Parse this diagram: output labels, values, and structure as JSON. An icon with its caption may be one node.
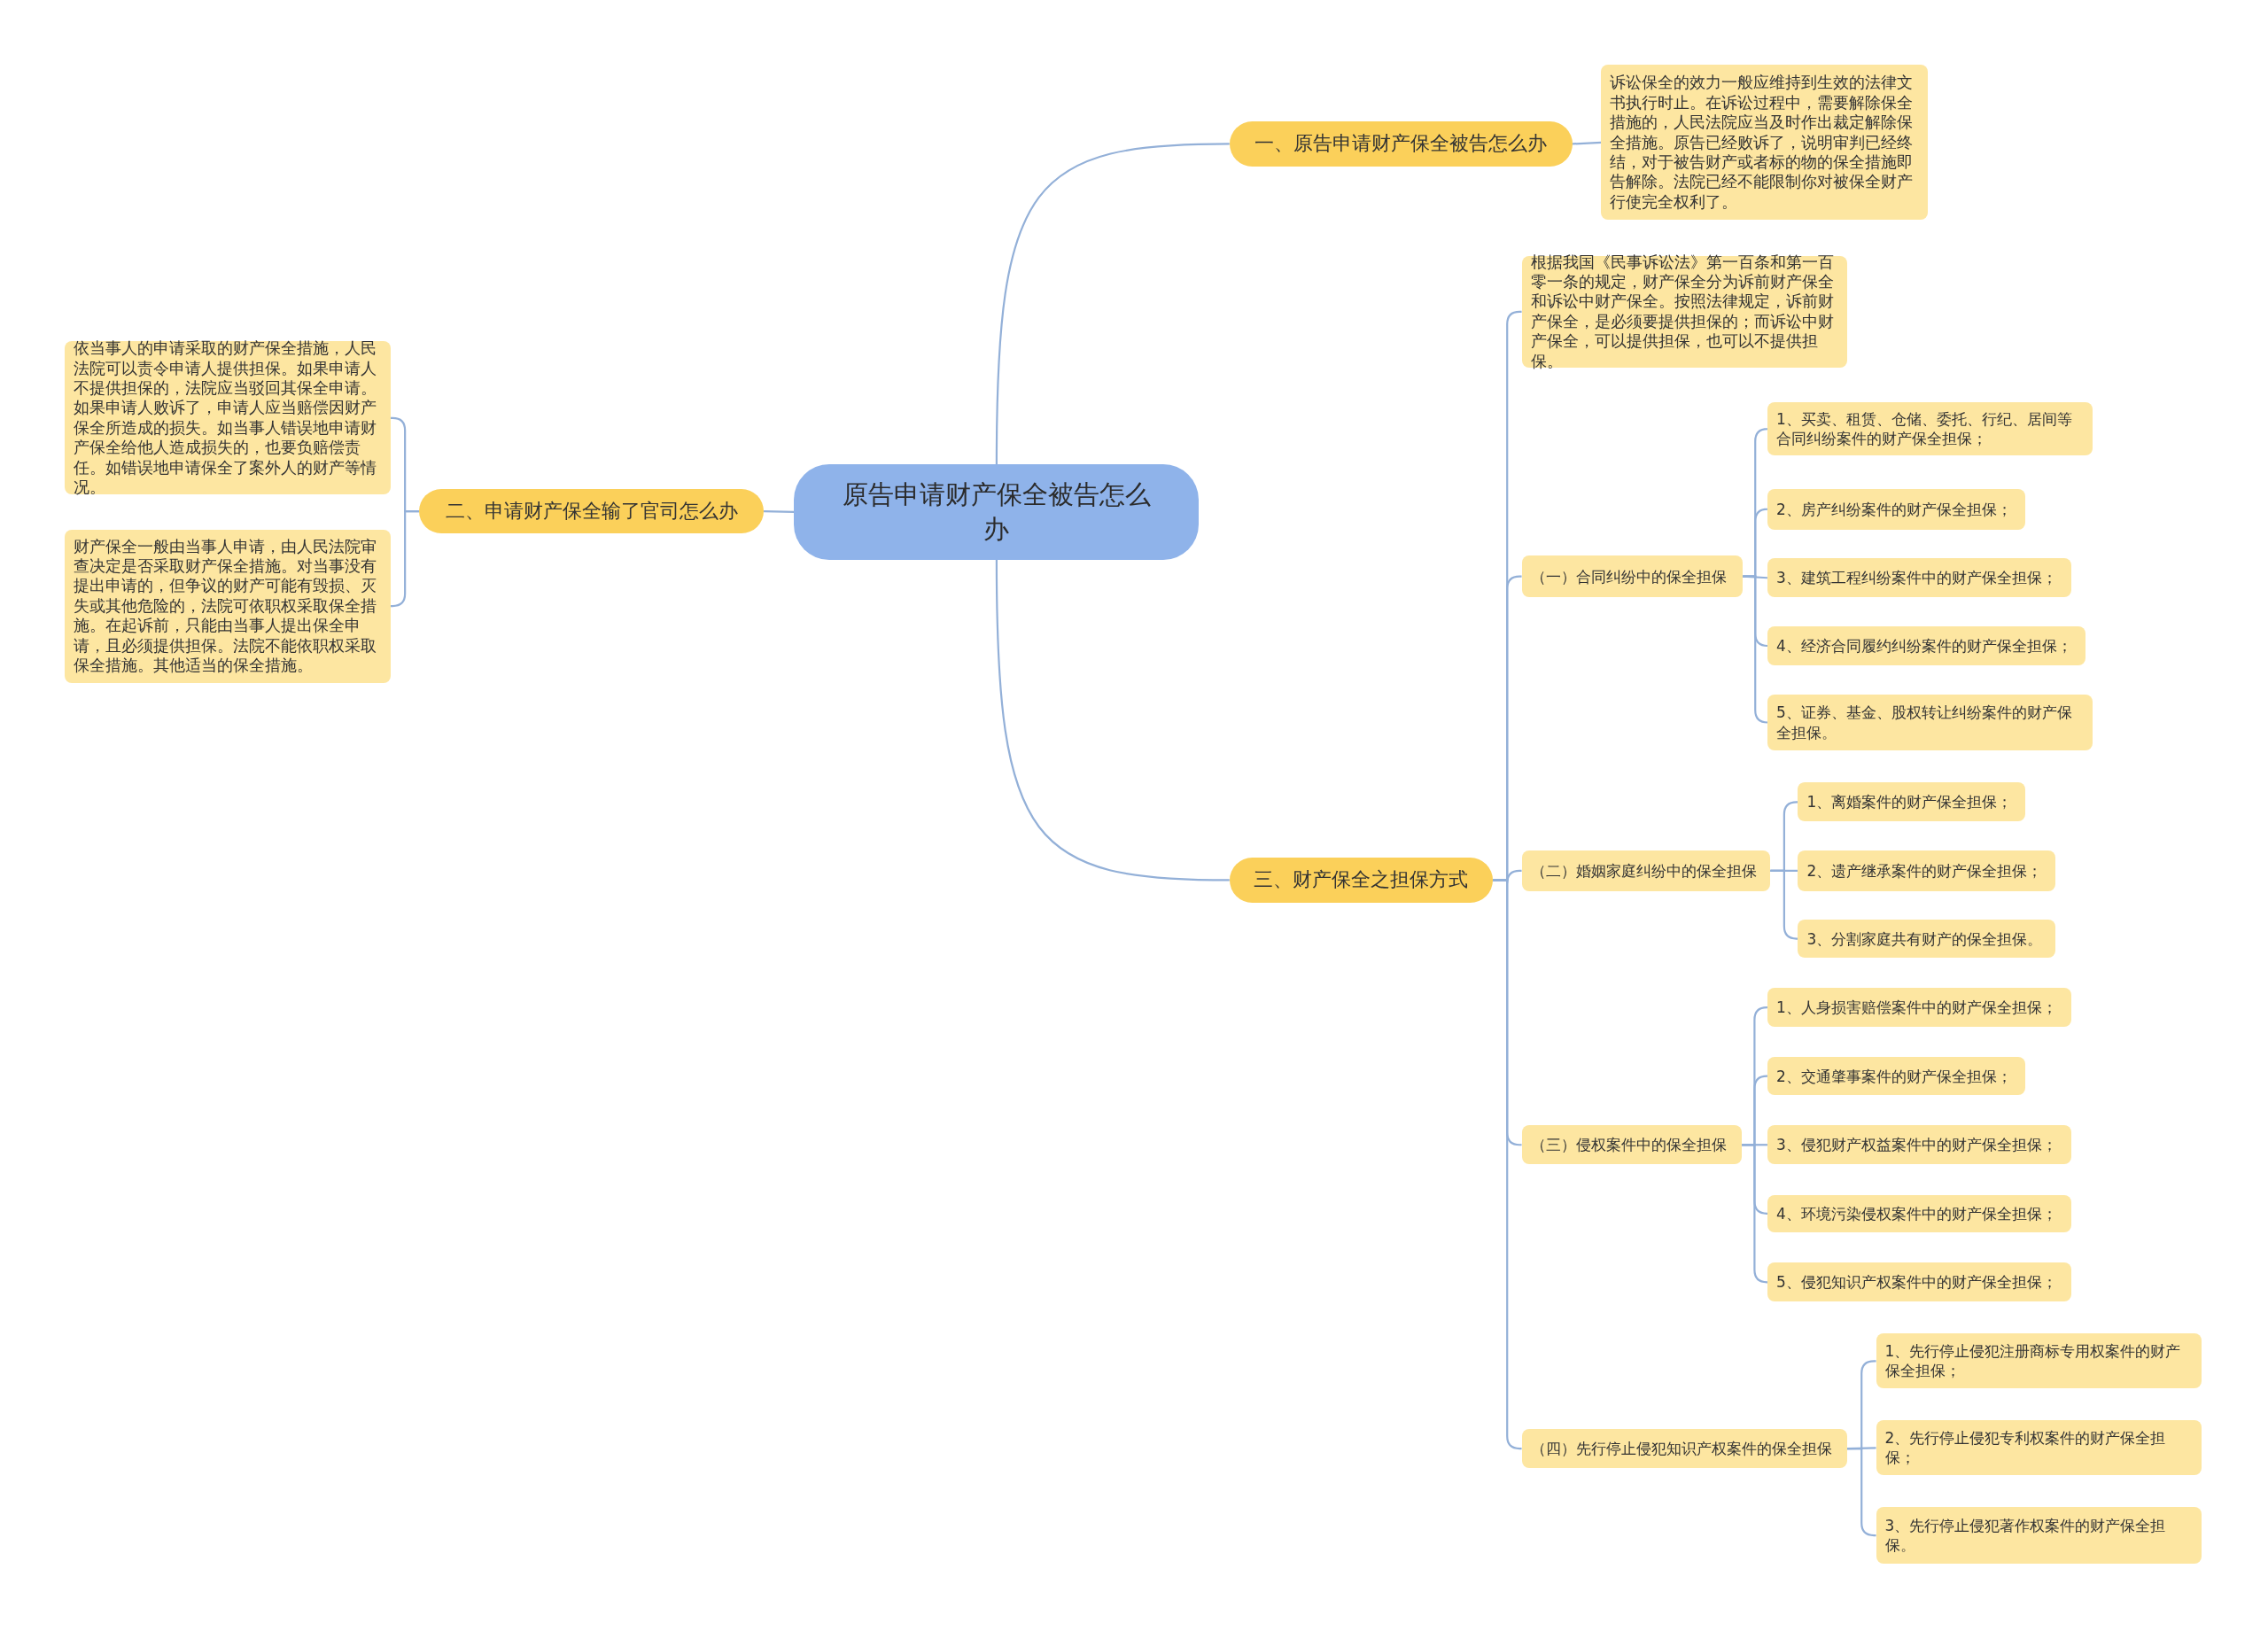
{
  "diagram": {
    "nodes": [
      {
        "text": [
          "原告申请财产保全被告怎么办"
        ]
      },
      {
        "text": [
          "一、原告申请财产保全被告怎么办"
        ]
      },
      {
        "text": [
          "诉讼保全的效力一般应维持到生效的法律文书执行时止。在诉讼过程中，需要解除保全措施的，人民法院应当及时作出裁定解除保全措施。原告已经败诉了，说明审判已经终结，对于被告财产或者标的物的保全措施即告解除。法院已经不能限制你对被保全财产行使完全权利了。"
        ]
      },
      {
        "text": [
          "二、申请财产保全输了官司怎么办"
        ]
      },
      {
        "text": [
          "依当事人的申请采取的财产保全措施，人民法院可以责令申请人提供担保。如果申请人不提供担保的，法院应当驳回其保全申请。如果申请人败诉了，申请人应当赔偿因财产保全所造成的损失。如当事人错误地申请财产保全给他人造成损失的，也要负赔偿责任。如错误地申请保全了案外人的财产等情况。"
        ]
      },
      {
        "text": [
          "财产保全一般由当事人申请，由人民法院审查决定是否采取财产保全措施。对当事没有提出申请的，但争议的财产可能有毁损、灭失或其他危险的，法院可依职权采取保全措施。在起诉前，只能由当事人提出保全申请，且必须提供担保。法院不能依职权采取保全措施。其他适当的保全措施。"
        ]
      },
      {
        "text": [
          "三、财产保全之担保方式"
        ]
      },
      {
        "text": [
          "根据我国《民事诉讼法》第一百条和第一百零一条的规定，财产保全分为诉前财产保全和诉讼中财产保全。按照法律规定，诉前财产保全，是必须要提供担保的；而诉讼中财产保全，可以提供担保，也可以不提供担保。"
        ]
      },
      {
        "text": [
          "（一）合同纠纷中的保全担保"
        ]
      },
      {
        "text": [
          "1、买卖、租赁、仓储、委托、行纪、居间等合同纠纷案件的财产保全担保；"
        ]
      },
      {
        "text": [
          "2、房产纠纷案件的财产保全担保；"
        ]
      },
      {
        "text": [
          "3、建筑工程纠纷案件中的财产保全担保；"
        ]
      },
      {
        "text": [
          "4、经济合同履约纠纷案件的财产保全担保；"
        ]
      },
      {
        "text": [
          "5、证券、基金、股权转让纠纷案件的财产保全担保。"
        ]
      },
      {
        "text": [
          "（二）婚姻家庭纠纷中的保全担保"
        ]
      },
      {
        "text": [
          "1、离婚案件的财产保全担保；"
        ]
      },
      {
        "text": [
          "2、遗产继承案件的财产保全担保；"
        ]
      },
      {
        "text": [
          "3、分割家庭共有财产的保全担保。"
        ]
      },
      {
        "text": [
          "（三）侵权案件中的保全担保"
        ]
      },
      {
        "text": [
          "1、人身损害赔偿案件中的财产保全担保；"
        ]
      },
      {
        "text": [
          "2、交通肇事案件的财产保全担保；"
        ]
      },
      {
        "text": [
          "3、侵犯财产权益案件中的财产保全担保；"
        ]
      },
      {
        "text": [
          "4、环境污染侵权案件中的财产保全担保；"
        ]
      },
      {
        "text": [
          "5、侵犯知识产权案件中的财产保全担保；"
        ]
      },
      {
        "text": [
          "（四）先行停止侵犯知识产权案件的保全担保"
        ]
      },
      {
        "text": [
          "1、先行停止侵犯注册商标专用权案件的财产保全担保；"
        ]
      },
      {
        "text": [
          "2、先行停止侵犯专利权案件的财产保全担保；"
        ]
      },
      {
        "text": [
          "3、先行停止侵犯著作权案件的财产保全担保。"
        ]
      }
    ],
    "edges": [
      {
        "from": 0,
        "to": 1,
        "arrow": "none"
      },
      {
        "from": 0,
        "to": 3,
        "arrow": "none"
      },
      {
        "from": 0,
        "to": 6,
        "arrow": "none"
      },
      {
        "from": 1,
        "to": 2,
        "arrow": "none"
      },
      {
        "from": 3,
        "to": 4,
        "arrow": "none"
      },
      {
        "from": 3,
        "to": 5,
        "arrow": "none"
      },
      {
        "from": 6,
        "to": 7,
        "arrow": "none"
      },
      {
        "from": 6,
        "to": 8,
        "arrow": "none"
      },
      {
        "from": 6,
        "to": 14,
        "arrow": "none"
      },
      {
        "from": 6,
        "to": 18,
        "arrow": "none"
      },
      {
        "from": 6,
        "to": 24,
        "arrow": "none"
      },
      {
        "from": 8,
        "to": 9,
        "arrow": "none"
      },
      {
        "from": 8,
        "to": 10,
        "arrow": "none"
      },
      {
        "from": 8,
        "to": 11,
        "arrow": "none"
      },
      {
        "from": 8,
        "to": 12,
        "arrow": "none"
      },
      {
        "from": 8,
        "to": 13,
        "arrow": "none"
      },
      {
        "from": 14,
        "to": 15,
        "arrow": "none"
      },
      {
        "from": 14,
        "to": 16,
        "arrow": "none"
      },
      {
        "from": 14,
        "to": 17,
        "arrow": "none"
      },
      {
        "from": 18,
        "to": 19,
        "arrow": "none"
      },
      {
        "from": 18,
        "to": 20,
        "arrow": "none"
      },
      {
        "from": 18,
        "to": 21,
        "arrow": "none"
      },
      {
        "from": 18,
        "to": 22,
        "arrow": "none"
      },
      {
        "from": 18,
        "to": 23,
        "arrow": "none"
      },
      {
        "from": 24,
        "to": 25,
        "arrow": "none"
      },
      {
        "from": 24,
        "to": 26,
        "arrow": "none"
      },
      {
        "from": 24,
        "to": 27,
        "arrow": "none"
      }
    ]
  }
}
